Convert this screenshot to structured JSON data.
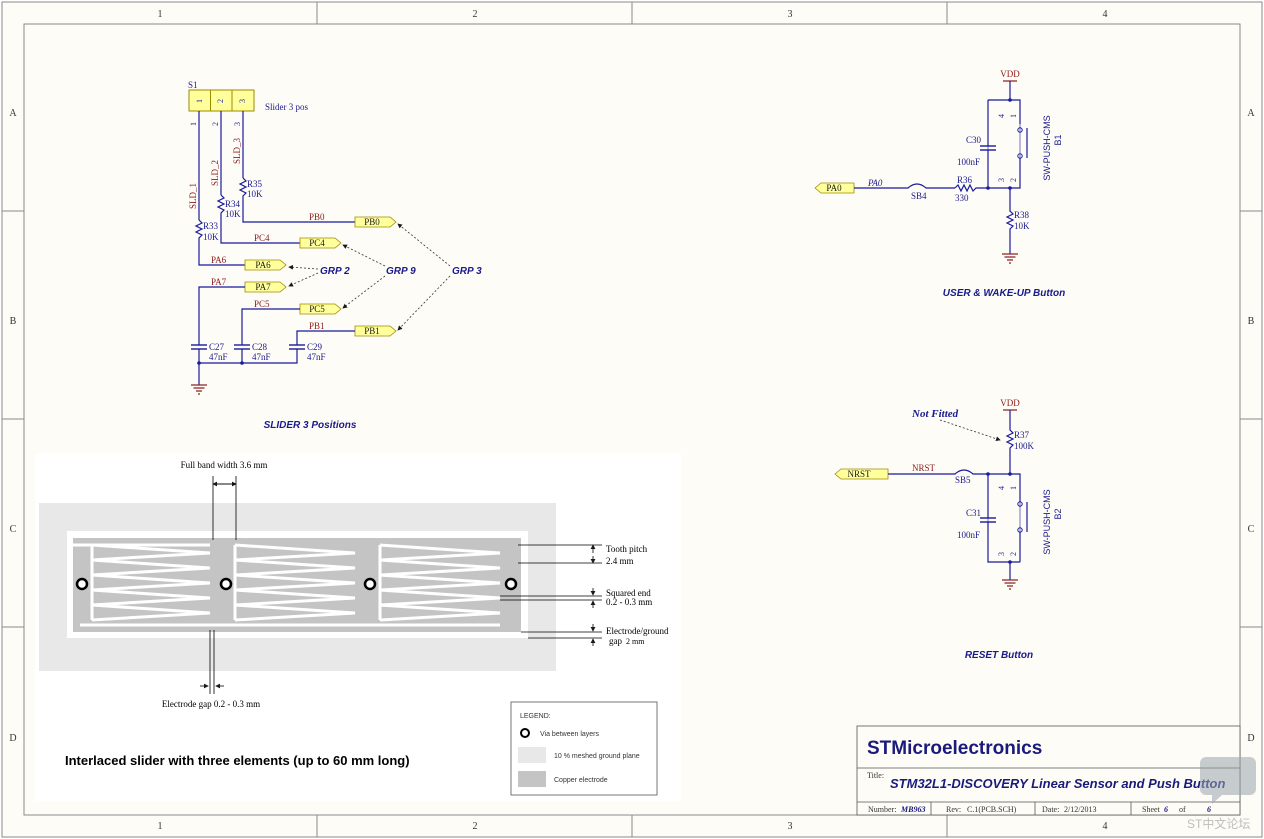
{
  "frame": {
    "columns": [
      "1",
      "2",
      "3",
      "4"
    ],
    "rows": [
      "A",
      "B",
      "C",
      "D"
    ]
  },
  "slider_section": {
    "ref": "S1",
    "part_value": "Slider 3 pos",
    "pin_numbers": [
      "1",
      "2",
      "3"
    ],
    "nets": [
      "SLD_1",
      "SLD_2",
      "SLD_3"
    ],
    "resistors": [
      {
        "ref": "R35",
        "value": "10K"
      },
      {
        "ref": "R34",
        "value": "10K"
      },
      {
        "ref": "R33",
        "value": "10K"
      }
    ],
    "signal_labels": [
      "PB0",
      "PC4",
      "PA6",
      "PA7",
      "PC5",
      "PB1"
    ],
    "ports": [
      "PB0",
      "PC4",
      "PA6",
      "PA7",
      "PC5",
      "PB1"
    ],
    "capacitors": [
      {
        "ref": "C27",
        "value": "47nF"
      },
      {
        "ref": "C28",
        "value": "47nF"
      },
      {
        "ref": "C29",
        "value": "47nF"
      }
    ],
    "groups": [
      "GRP 2",
      "GRP 9",
      "GRP 3"
    ],
    "title": "SLIDER 3 Positions"
  },
  "user_button": {
    "supply": "VDD",
    "capacitor": {
      "ref": "C30",
      "value": "100nF"
    },
    "port": "PA0",
    "net": "PA0",
    "bridge": "SB4",
    "resistor": {
      "ref": "R36",
      "value": "330"
    },
    "pulldown": {
      "ref": "R38",
      "value": "10K"
    },
    "switch_type": "SW-PUSH-CMS",
    "switch_ref": "B1",
    "pins": [
      "4",
      "1",
      "3",
      "2"
    ],
    "title": "USER & WAKE-UP Button"
  },
  "reset_button": {
    "note": "Not Fitted",
    "supply": "VDD",
    "resistor": {
      "ref": "R37",
      "value": "100K"
    },
    "port": "NRST",
    "net": "NRST",
    "bridge": "SB5",
    "capacitor": {
      "ref": "C31",
      "value": "100nF"
    },
    "switch_type": "SW-PUSH-CMS",
    "switch_ref": "B2",
    "pins": [
      "4",
      "1",
      "3",
      "2"
    ],
    "title": "RESET Button"
  },
  "pcb_drawing": {
    "full_band_width": "Full band width 3.6 mm",
    "tooth_pitch": "Tooth pitch",
    "tooth_pitch_value": "2.4 mm",
    "squared_end": "Squared end",
    "squared_end_value": "0.2 - 0.3 mm",
    "ground_gap": "Electrode/ground",
    "ground_gap_value": "gap",
    "ground_gap_unit": "2 mm",
    "electrode_gap": "Electrode gap 0.2 - 0.3 mm",
    "caption": "Interlaced slider with three elements (up to 60 mm long)",
    "legend": {
      "title": "LEGEND:",
      "items": [
        "Via between layers",
        "10 % meshed ground plane",
        "Copper electrode"
      ]
    },
    "colors": {
      "ground": "#e8e8e8",
      "copper": "#c4c4c4",
      "gap": "#ffffff"
    }
  },
  "title_block": {
    "company": "STMicroelectronics",
    "title_label": "Title:",
    "title": "STM32L1-DISCOVERY Linear Sensor and Push Button",
    "number_label": "Number:",
    "number": "MB963",
    "rev_label": "Rev:",
    "rev": "C.1(PCB.SCH)",
    "date_label": "Date:",
    "date": "2/12/2013",
    "sheet_label": "Sheet",
    "sheet": "6",
    "of_label": "of",
    "of": "6"
  },
  "watermark": {
    "text": "ST中文论坛"
  }
}
